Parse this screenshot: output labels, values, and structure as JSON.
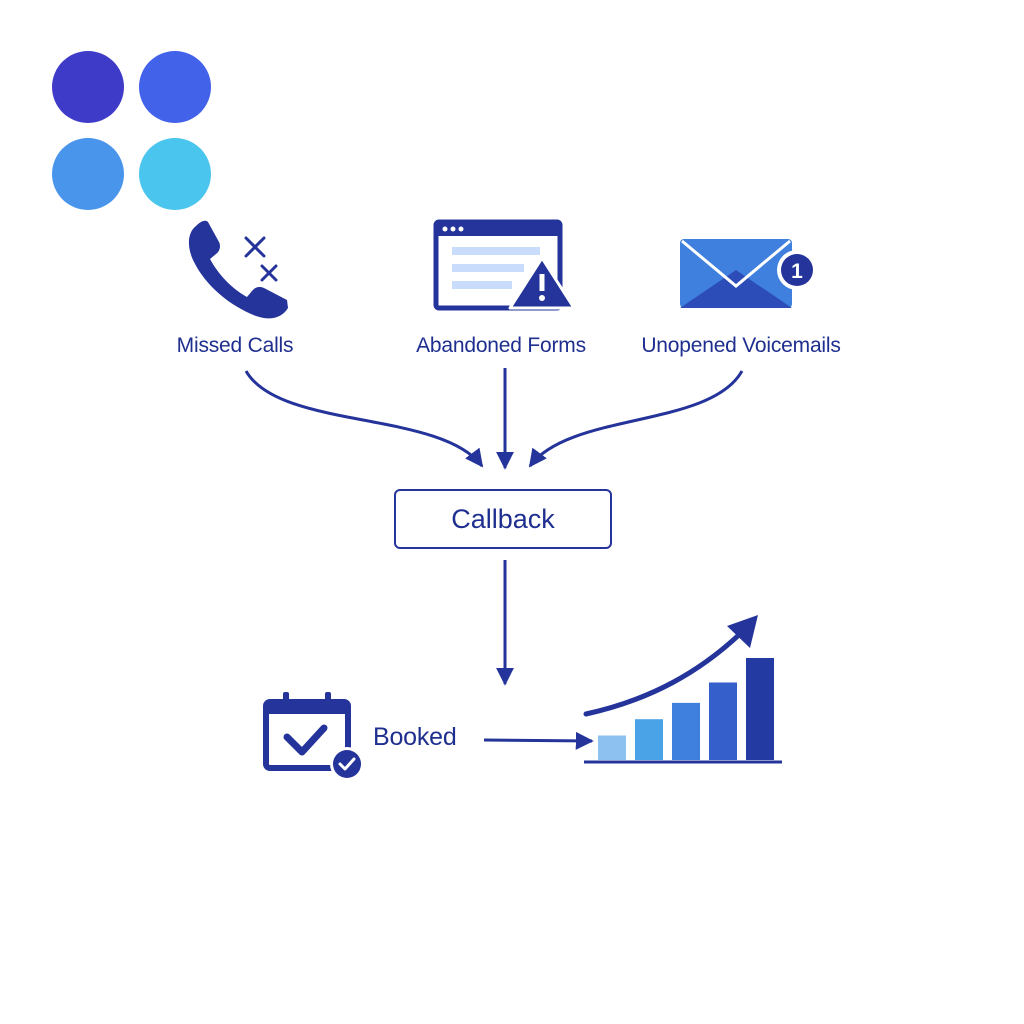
{
  "logo": {
    "dots": [
      {
        "name": "logo-dot-top-left",
        "color": "#3f3bc9"
      },
      {
        "name": "logo-dot-top-right",
        "color": "#4262ea"
      },
      {
        "name": "logo-dot-bottom-left",
        "color": "#4a95ec"
      },
      {
        "name": "logo-dot-bottom-right",
        "color": "#4ac6ee"
      }
    ]
  },
  "sources": [
    {
      "label": "Missed Calls",
      "icon": "missed-call-icon"
    },
    {
      "label": "Abandoned Forms",
      "icon": "abandoned-form-icon"
    },
    {
      "label": "Unopened Voicemails",
      "icon": "voicemail-envelope-icon"
    }
  ],
  "voicemail_badge": "1",
  "callback": {
    "label": "Callback"
  },
  "booked": {
    "label": "Booked",
    "icon": "calendar-check-icon"
  },
  "growth_chart": {
    "icon": "growth-chart-icon",
    "bar_levels": [
      0.24,
      0.4,
      0.56,
      0.76,
      1.0
    ],
    "bar_colors": [
      "#8cc1f0",
      "#4aa3e6",
      "#3f7fde",
      "#3560cc",
      "#243aa3"
    ]
  },
  "colors": {
    "primary": "#24349a",
    "text": "#1f2f8f",
    "accent_light": "#c9dcfb"
  }
}
